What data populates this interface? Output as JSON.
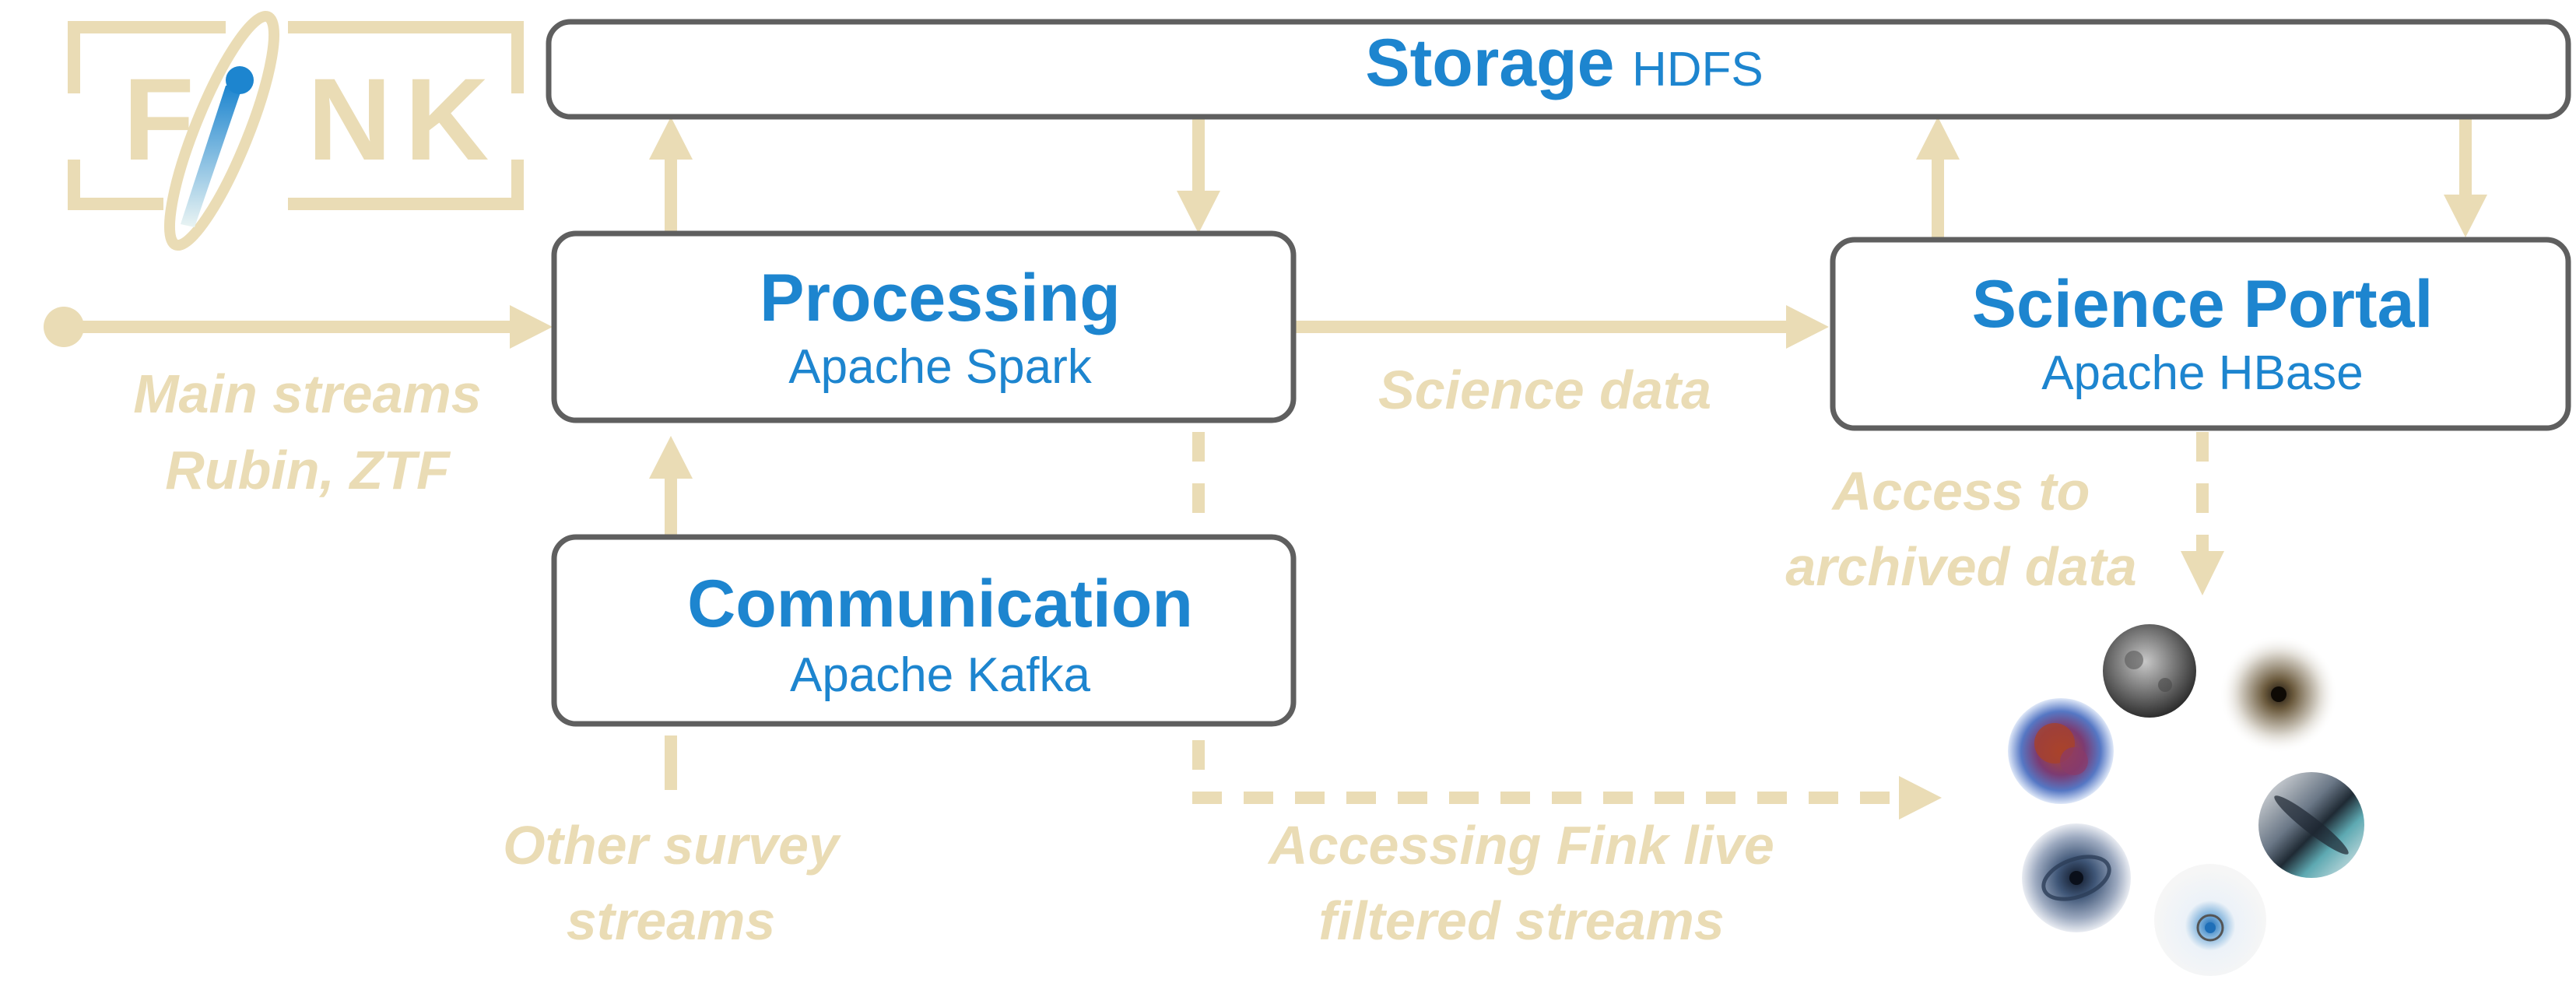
{
  "logo": {
    "letters": [
      "F",
      "N",
      "K"
    ]
  },
  "nodes": {
    "storage": {
      "title": "Storage",
      "subtitle": "HDFS"
    },
    "processing": {
      "title": "Processing",
      "subtitle": "Apache Spark"
    },
    "portal": {
      "title": "Science Portal",
      "subtitle": "Apache HBase"
    },
    "communication": {
      "title": "Communication",
      "subtitle": "Apache Kafka"
    }
  },
  "labels": {
    "main_streams": [
      "Main streams",
      "Rubin, ZTF"
    ],
    "science_data": "Science data",
    "archived": [
      "Access to",
      "archived data"
    ],
    "other_survey": [
      "Other survey",
      "streams"
    ],
    "live_streams": [
      "Accessing Fink live",
      "filtered streams"
    ]
  },
  "colors": {
    "accent": "#1d85cf",
    "tan": "#eadcb5",
    "box_border": "#5f5f5f"
  },
  "images": [
    "asteroid-image",
    "star-cluster-image",
    "supernova-remnant-image",
    "galaxy-edge-on-image",
    "spiral-galaxy-image",
    "transient-image"
  ]
}
